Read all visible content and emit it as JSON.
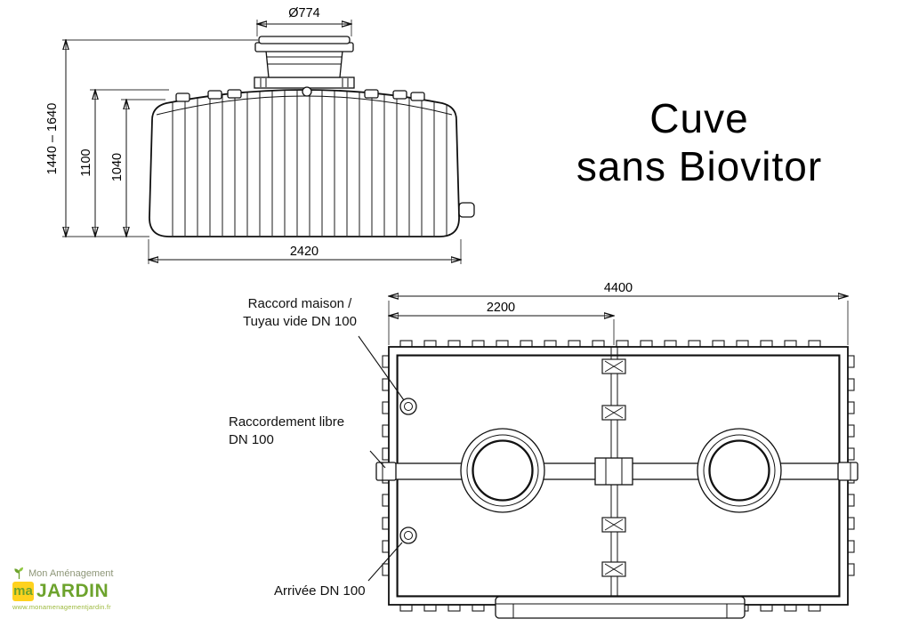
{
  "title": {
    "line1": "Cuve",
    "line2": "sans Biovitor"
  },
  "side_view": {
    "lid_diameter": "Ø774",
    "height_range": "1440 – 1640",
    "height_total": "1100",
    "height_body": "1040",
    "width": "2420"
  },
  "plan_view": {
    "total_length": "4400",
    "half_length": "2200"
  },
  "callouts": {
    "house_connection_line1": "Raccord maison /",
    "house_connection_line2": "Tuyau vide DN 100",
    "free_connection_line1": "Raccordement libre",
    "free_connection_line2": "DN 100",
    "inlet": "Arrivée DN 100"
  },
  "logo": {
    "tagline": "Mon Aménagement",
    "brand": "JARDIN",
    "monogram": "ma",
    "url": "www.monamenagementjardin.fr",
    "colors": {
      "green": "#6da32d",
      "yellow": "#ffd21e",
      "gray_green": "#8e9678"
    }
  }
}
